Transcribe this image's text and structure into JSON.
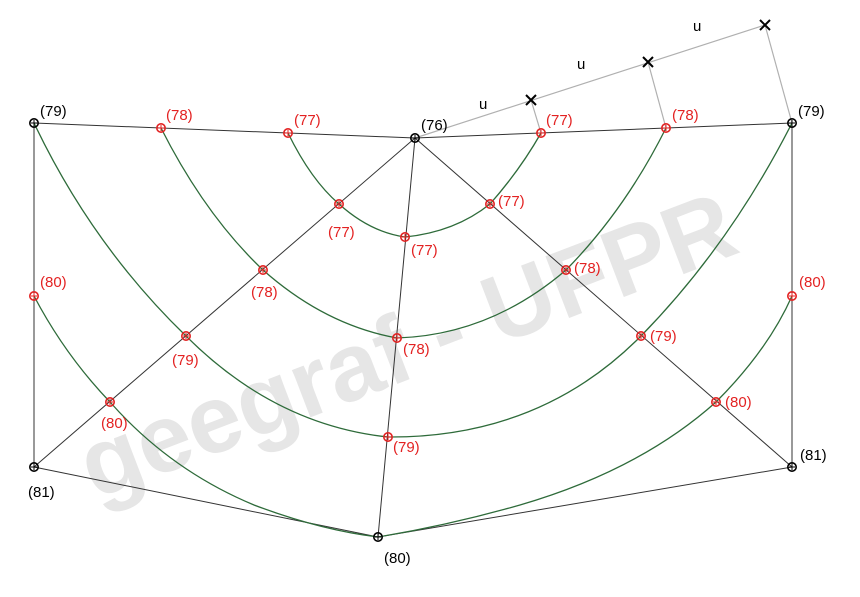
{
  "watermark": "geegraf - UFPR",
  "colors": {
    "contour": "#2e6b3a",
    "triangle_edge": "#333333",
    "construction": "#b0b0b0",
    "vertex": "#000000",
    "interpolated": "#e32222"
  },
  "vertices": {
    "tl": "(79)",
    "tr": "(79)",
    "top_center": "(76)",
    "bl": "(81)",
    "br": "(81)",
    "bottom": "(80)"
  },
  "interp_labels": {
    "top_78_left": "(78)",
    "top_77_left": "(77)",
    "top_77_right": "(77)",
    "top_78_right": "(78)",
    "left_80": "(80)",
    "right_80": "(80)",
    "d1_77": "(77)",
    "d1_78": "(78)",
    "d1_79": "(79)",
    "d1_80": "(80)",
    "m_77": "(77)",
    "m_78": "(78)",
    "m_79": "(79)",
    "d2_77": "(77)",
    "d2_78": "(78)",
    "d2_79": "(79)",
    "d2_80": "(80)"
  },
  "unit_labels": [
    "u",
    "u",
    "u"
  ]
}
